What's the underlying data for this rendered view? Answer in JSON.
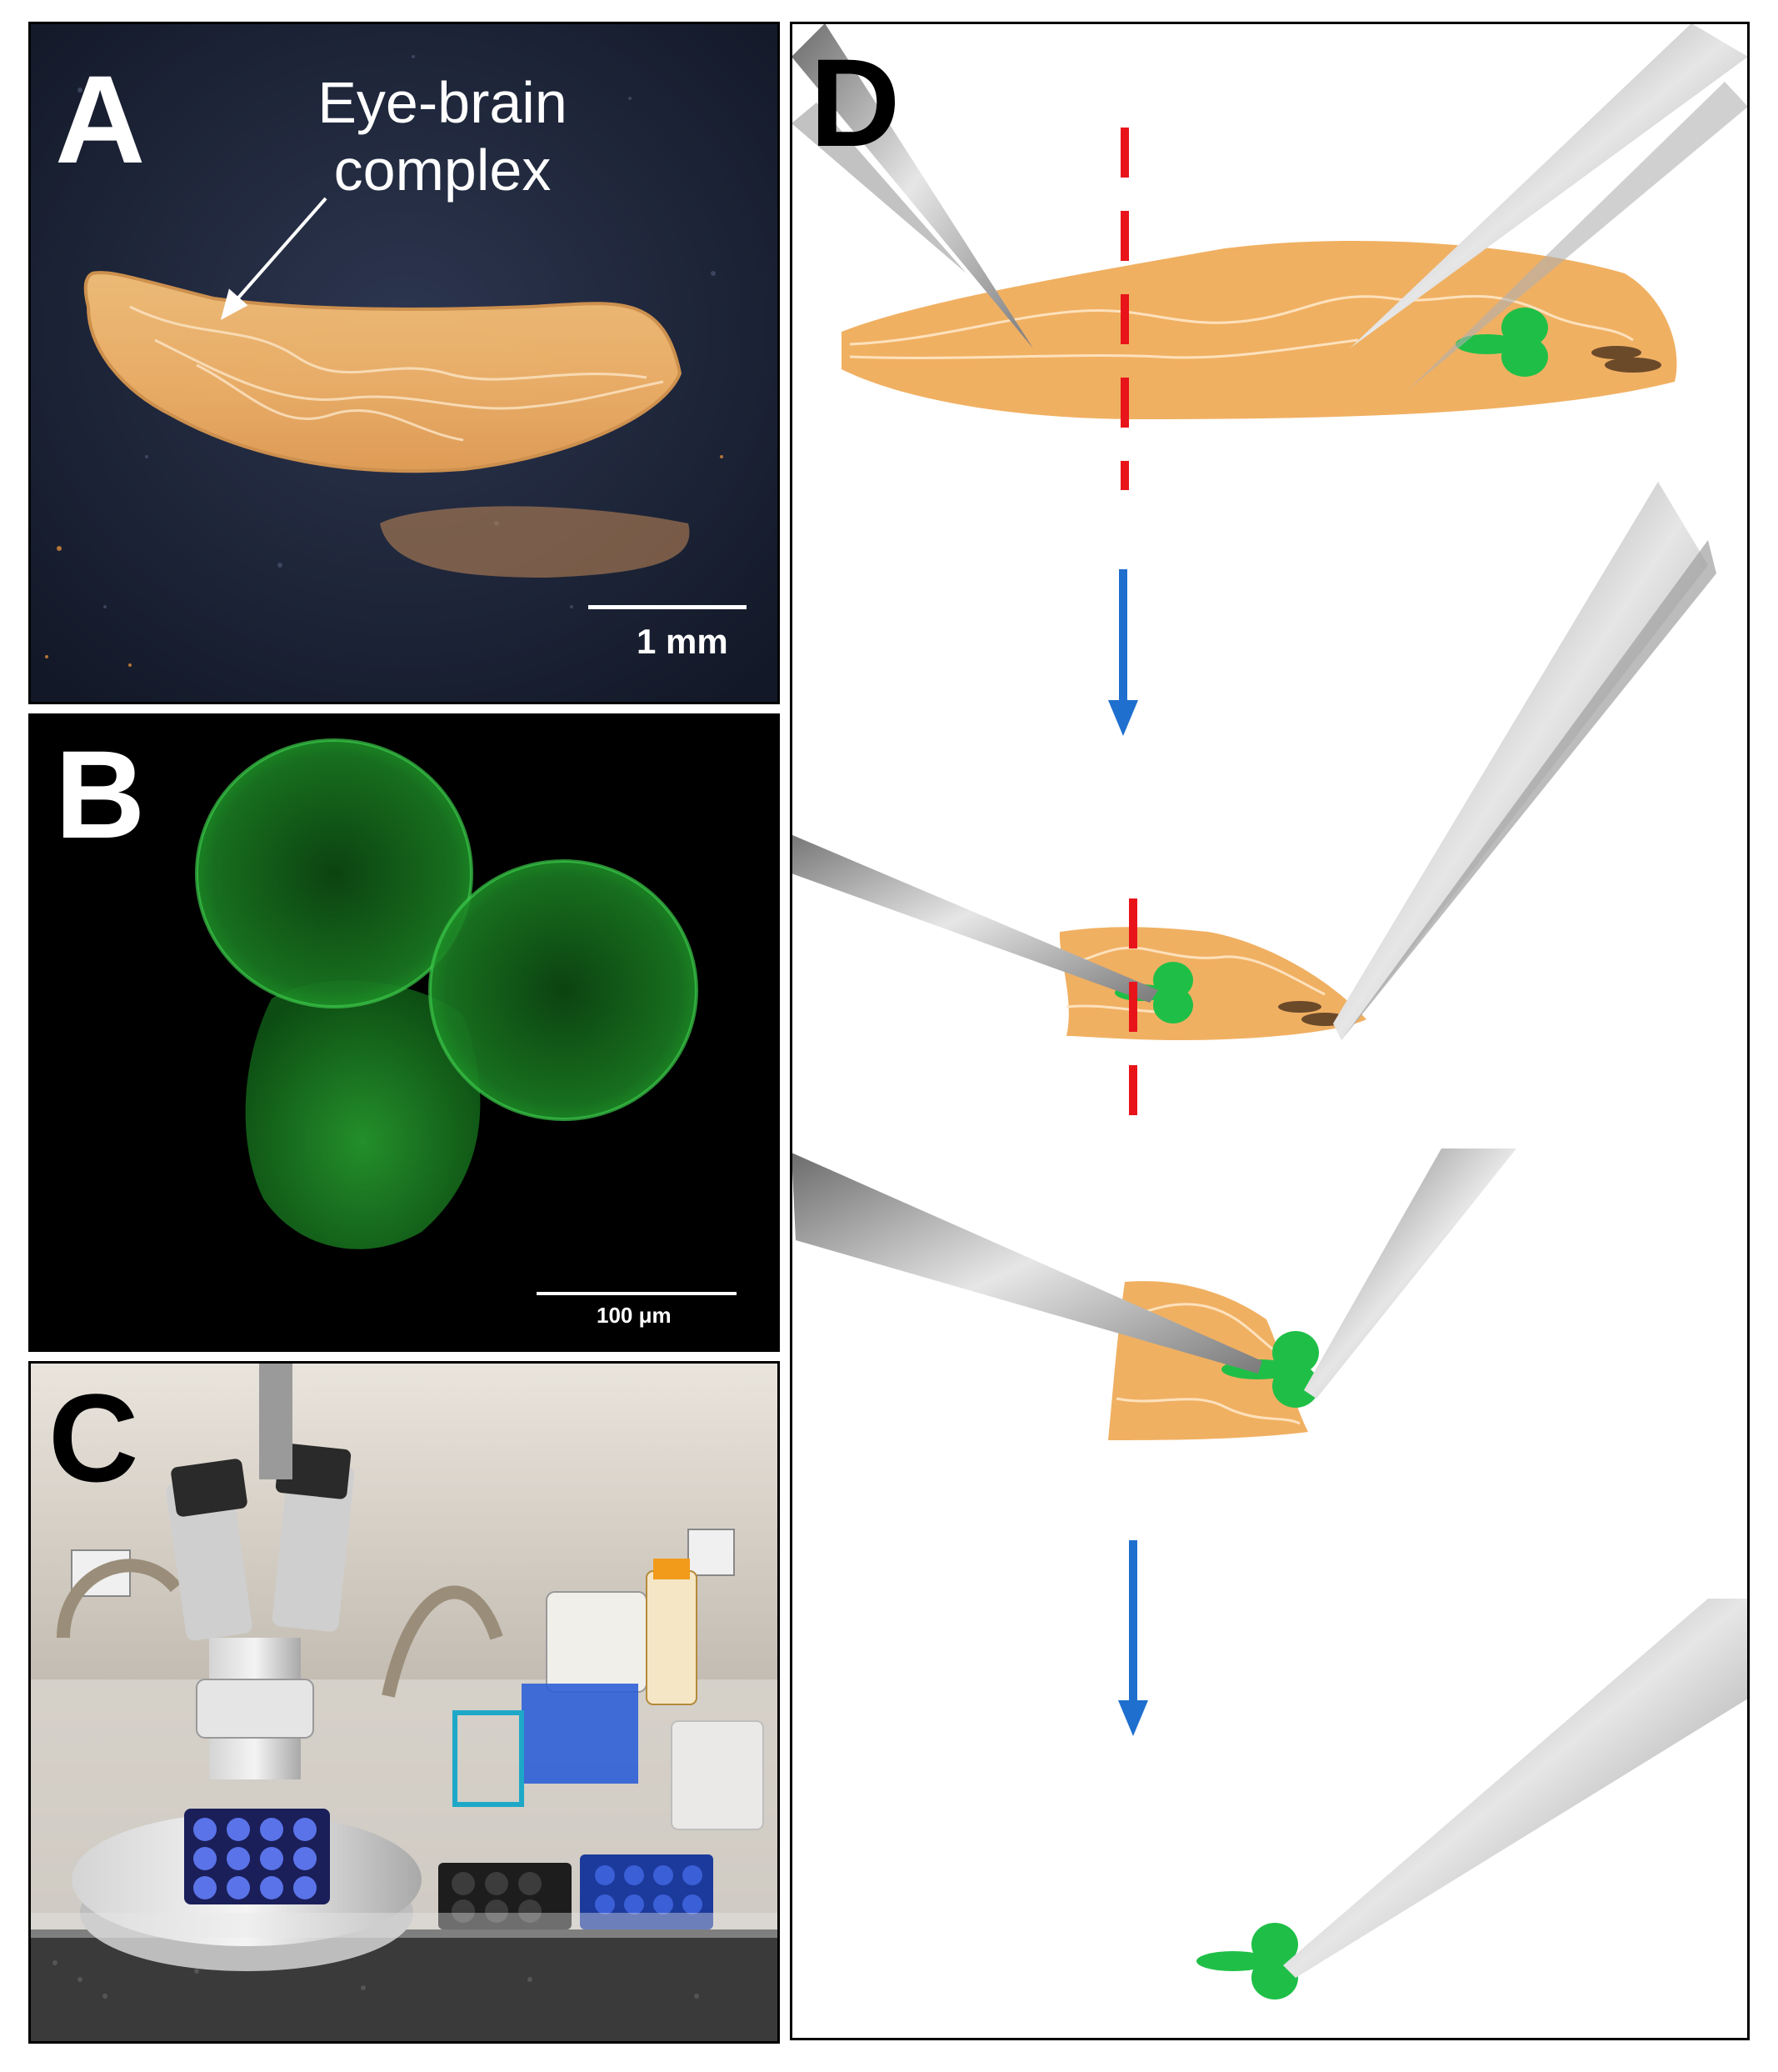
{
  "panels": {
    "a": {
      "letter": "A",
      "annotation_line1": "Eye-brain",
      "annotation_line2": "complex",
      "scale_label": "1 mm"
    },
    "b": {
      "letter": "B",
      "scale_label": "100 μm"
    },
    "c": {
      "letter": "C"
    },
    "d": {
      "letter": "D"
    }
  },
  "colors": {
    "larva": "#f0b062",
    "larva_photo": "#f6c27a",
    "gfp_green": "#1fbf47",
    "cut_line": "#e8141a",
    "arrow": "#1f6fcf",
    "forceps": "#8c8c8c",
    "photo_background": "#1b2333",
    "fluorescence_background": "#000000"
  },
  "icons": [
    "forceps-icon",
    "arrow-down-icon",
    "cut-line-icon"
  ]
}
